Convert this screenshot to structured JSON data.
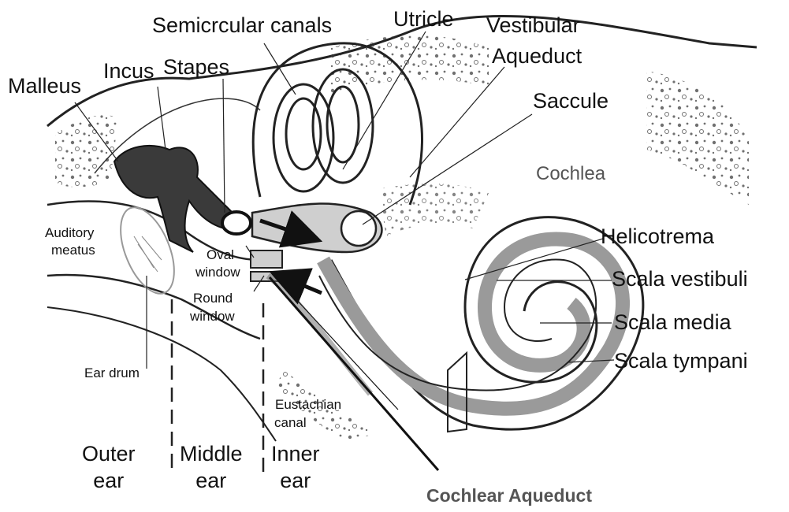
{
  "labels": {
    "semicircular_canals": "Semicrcular canals",
    "utricle": "Utricle",
    "vestibular_aqueduct_line1": "Vestibular",
    "vestibular_aqueduct_line2": "Aqueduct",
    "malleus": "Malleus",
    "incus": "Incus",
    "stapes": "Stapes",
    "saccule": "Saccule",
    "cochlea": "Cochlea",
    "auditory_meatus_line1": "Auditory",
    "auditory_meatus_line2": "meatus",
    "oval_window_line1": "Oval",
    "oval_window_line2": "window",
    "round_window_line1": "Round",
    "round_window_line2": "window",
    "helicotrema": "Helicotrema",
    "scala_vestibuli": "Scala vestibuli",
    "scala_media": "Scala media",
    "scala_tympani": "Scala tympani",
    "ear_drum": "Ear drum",
    "eustachian_canal_line1": "Eustachian",
    "eustachian_canal_line2": "canal",
    "outer_ear_line1": "Outer",
    "outer_ear_line2": "ear",
    "middle_ear_line1": "Middle",
    "middle_ear_line2": "ear",
    "inner_ear_line1": "Inner",
    "inner_ear_line2": "ear",
    "cochlear_aqueduct": "Cochlear Aqueduct"
  },
  "colors": {
    "ink": "#111111",
    "ossicles": "#3a3a3a",
    "cochlear_duct": "#9a9a9a",
    "light_label": "#555555"
  }
}
